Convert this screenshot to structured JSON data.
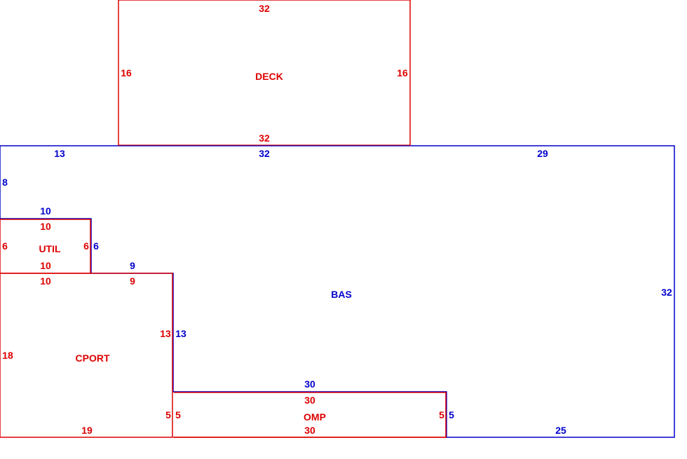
{
  "colors": {
    "living": "#0000cc",
    "other": "#dd0000"
  },
  "areas": {
    "deck": {
      "name": "DECK",
      "top": "32",
      "left": "16",
      "right": "16",
      "bottom": "32"
    },
    "bas": {
      "name": "BAS",
      "top_a": "13",
      "top_b": "32",
      "top_c": "29",
      "left": "8",
      "util_top": "10",
      "util_right": "6",
      "cport_top": "9",
      "cport_right": "13",
      "omp_top": "30",
      "omp_left": "5",
      "omp_right": "5",
      "bottom": "25",
      "right": "32"
    },
    "util": {
      "name": "UTIL",
      "top": "10",
      "left": "6",
      "right": "6",
      "bottom": "10"
    },
    "cport": {
      "name": "CPORT",
      "top_a": "10",
      "top_b": "9",
      "left": "18",
      "right": "13",
      "right_b": "5",
      "bottom": "19"
    },
    "omp": {
      "name": "OMP",
      "top": "30",
      "left": "5",
      "right": "5",
      "bottom": "30"
    }
  }
}
